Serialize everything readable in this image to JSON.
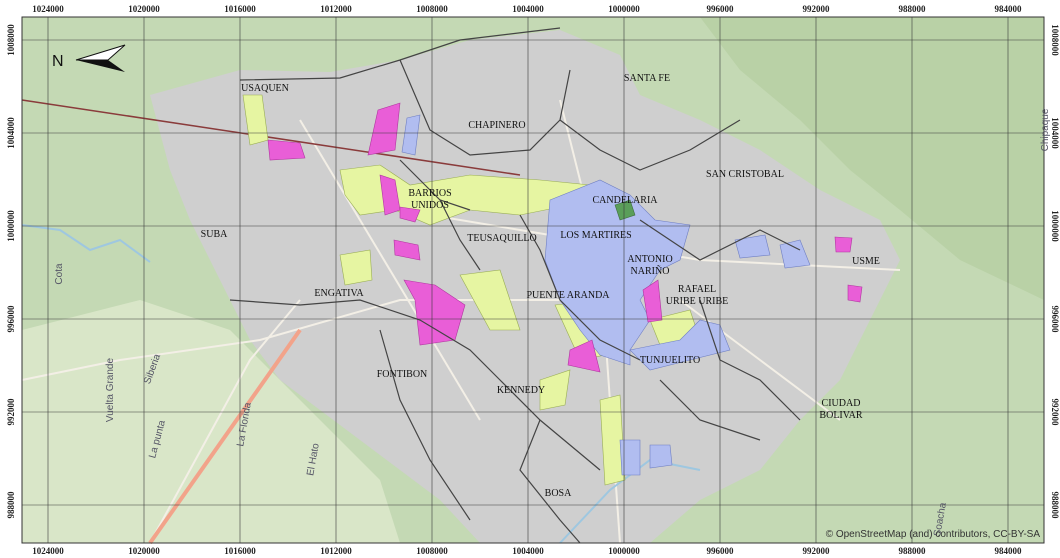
{
  "map": {
    "colors": {
      "urban": "#cfcfcf",
      "terrain": "#c4d9b4",
      "frame": "#e9ecef",
      "zone_yellow": "#e6f5a2",
      "zone_blue": "#b1bdf0",
      "zone_magenta": "#e95ed7",
      "zone_green": "#5a9e5a",
      "boundary": "#444444",
      "grid": "#3a3a3a",
      "highway": "#8a3b3b"
    },
    "x_ticks": [
      "1024000",
      "1020000",
      "1016000",
      "1012000",
      "1008000",
      "1004000",
      "1000000",
      "996000",
      "992000",
      "988000",
      "984000"
    ],
    "y_ticks": [
      "1008000",
      "1004000",
      "1000000",
      "996000",
      "992000",
      "988000"
    ],
    "localities": [
      {
        "id": "usaquen",
        "lines": [
          "USAQUEN"
        ]
      },
      {
        "id": "chapinero",
        "lines": [
          "CHAPINERO"
        ]
      },
      {
        "id": "santa-fe",
        "lines": [
          "SANTA FE"
        ]
      },
      {
        "id": "san-cristobal",
        "lines": [
          "SAN CRISTOBAL"
        ]
      },
      {
        "id": "barrios-unidos",
        "lines": [
          "BARRIOS",
          "UNIDOS"
        ]
      },
      {
        "id": "candelaria",
        "lines": [
          "CANDELARIA"
        ]
      },
      {
        "id": "suba",
        "lines": [
          "SUBA"
        ]
      },
      {
        "id": "teusaquillo",
        "lines": [
          "TEUSAQUILLO"
        ]
      },
      {
        "id": "los-martires",
        "lines": [
          "LOS MARTIRES"
        ]
      },
      {
        "id": "antonio-narino",
        "lines": [
          "ANTONIO",
          "NARIÑO"
        ]
      },
      {
        "id": "usme",
        "lines": [
          "USME"
        ]
      },
      {
        "id": "engativa",
        "lines": [
          "ENGATIVA"
        ]
      },
      {
        "id": "puente-aranda",
        "lines": [
          "PUENTE ARANDA"
        ]
      },
      {
        "id": "rafael-uribe",
        "lines": [
          "RAFAEL",
          "URIBE URIBE"
        ]
      },
      {
        "id": "tunjuelito",
        "lines": [
          "TUNJUELITO"
        ]
      },
      {
        "id": "fontibon",
        "lines": [
          "FONTIBON"
        ]
      },
      {
        "id": "kennedy",
        "lines": [
          "KENNEDY"
        ]
      },
      {
        "id": "ciudad-bolivar",
        "lines": [
          "CIUDAD",
          "BOLIVAR"
        ]
      },
      {
        "id": "bosa",
        "lines": [
          "BOSA"
        ]
      }
    ],
    "place_labels": [
      "Cota",
      "Vuelta Grande",
      "Siberia",
      "La punta",
      "La Florida",
      "El Hato",
      "Chipaque",
      "Soacha"
    ],
    "north_label": "N",
    "attribution": "© OpenStreetMap (and) contributors, CC-BY-SA"
  }
}
